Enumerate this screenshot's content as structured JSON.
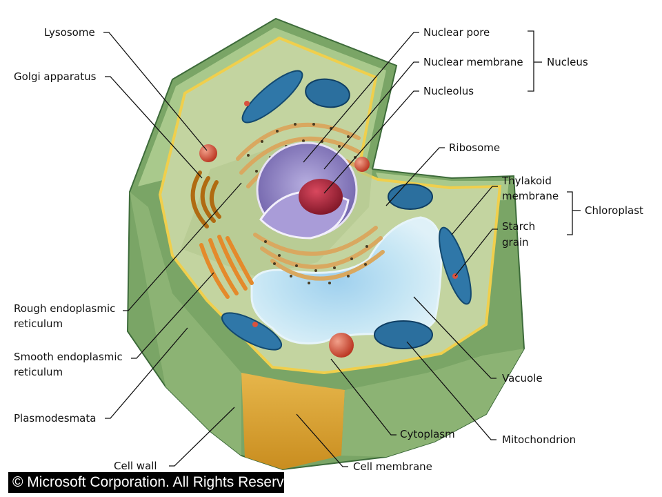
{
  "labels": {
    "lysosome": "Lysosome",
    "golgi": "Golgi apparatus",
    "nuclear_pore": "Nuclear pore",
    "nuclear_membrane": "Nuclear membrane",
    "nucleolus": "Nucleolus",
    "nucleus": "Nucleus",
    "ribosome": "Ribosome",
    "thylakoid_1": "Thylakoid",
    "thylakoid_2": "membrane",
    "chloroplast": "Chloroplast",
    "starch_1": "Starch",
    "starch_2": "grain",
    "rough_er_1": "Rough endoplasmic",
    "rough_er_2": "reticulum",
    "smooth_er_1": "Smooth endoplasmic",
    "smooth_er_2": "reticulum",
    "plasmodesmata": "Plasmodesmata",
    "cell_wall": "Cell wall",
    "vacuole": "Vacuole",
    "cytoplasm": "Cytoplasm",
    "mitochondrion": "Mitochondrion",
    "cell_membrane": "Cell membrane"
  },
  "copyright": "© Microsoft Corporation. All Rights Reserved.",
  "colors": {
    "wall_outer": "#8fb57a",
    "wall_light": "#b9d39a",
    "wall_dark": "#5f8e4f",
    "cytoplasm": "#c9d7a0",
    "membrane": "#f2d25a",
    "vacuole": "#bfe3f2",
    "chloroplast": "#2f77a8",
    "nucleus": "#9b8cc9",
    "nucleolus": "#9a2233",
    "er": "#d9a860",
    "lysosome": "#d9523f"
  }
}
